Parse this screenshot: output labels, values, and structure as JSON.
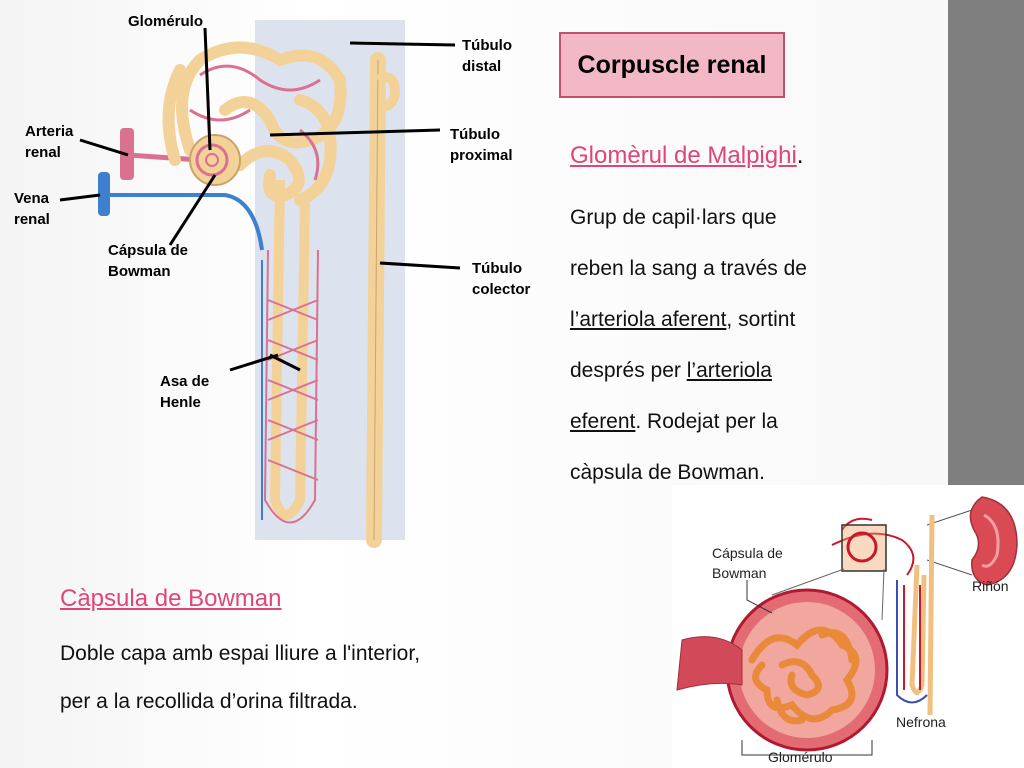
{
  "slide": {
    "title": "Corpuscle renal"
  },
  "glomerul": {
    "heading": "Glomèrul de Malpighi",
    "heading_suffix": ".",
    "line1": "Grup de capil·lars que",
    "line2": "reben la sang a través de",
    "line3_link": "l’arteriola aferent",
    "line3_rest": ", sortint",
    "line4_pre": "després per ",
    "line4_link": "l’arteriola",
    "line5_link": "eferent",
    "line5_rest": ".  Rodejat per la",
    "line6": "càpsula de Bowman."
  },
  "capsula": {
    "heading": "Càpsula de Bowman",
    "line1": "Doble capa amb espai lliure a l'interior,",
    "line2": "per a la recollida d’orina filtrada."
  },
  "diagram_left": {
    "labels": {
      "glomerulo": "Glomérulo",
      "arteria_1": "Arteria",
      "arteria_2": "renal",
      "vena_1": "Vena",
      "vena_2": "renal",
      "capsula_1": "Cápsula de",
      "capsula_2": "Bowman",
      "asa_1": "Asa de",
      "asa_2": "Henle",
      "distal_1": "Túbulo",
      "distal_2": "distal",
      "proximal_1": "Túbulo",
      "proximal_2": "proximal",
      "colector_1": "Túbulo",
      "colector_2": "colector"
    },
    "colors": {
      "tubule": "#f3d29a",
      "artery": "#d9718f",
      "vein": "#3f7fd0",
      "panel": "#dde3ee"
    }
  },
  "diagram_right": {
    "labels": {
      "capsula_1": "Cápsula de",
      "capsula_2": "Bowman",
      "rinon": "Riñón",
      "nefrona": "Nefrona",
      "glomerulo": "Glomérulo"
    },
    "colors": {
      "capsule": "#c8182f",
      "tubule": "#f0a060"
    }
  }
}
